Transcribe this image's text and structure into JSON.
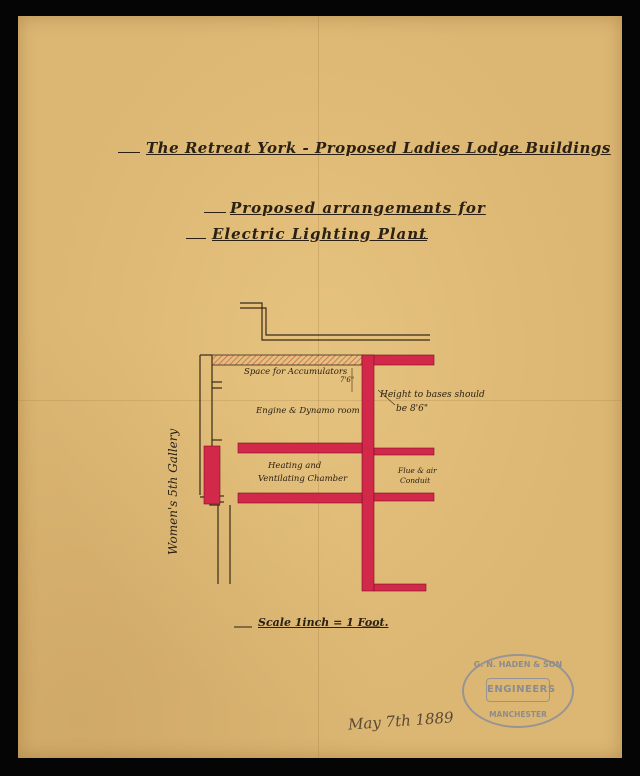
{
  "document": {
    "title": "The Retreat York - Proposed Ladies Lodge Buildings",
    "subtitle_line1": "Proposed arrangements for",
    "subtitle_line2": "Electric Lighting Plant",
    "scale": "Scale 1inch = 1 Foot.",
    "date": "May 7th 1889"
  },
  "plan": {
    "labels": {
      "accumulators": "Space for Accumulators",
      "accumulators_dim": "7'6\"",
      "engine_room": "Engine & Dynamo room",
      "heating": "Heating and",
      "ventilating": "Ventilating Chamber",
      "height_note_1": "Height to bases should",
      "height_note_2": "be 8'6\"",
      "flue_1": "Flue & air",
      "flue_2": "Conduit",
      "gallery": "Women's 5th Gallery"
    },
    "colors": {
      "new_wall": "#d2284a",
      "existing_wall": "#3a2a18",
      "hatch": "#c85a5a"
    }
  },
  "stamp": {
    "top": "G. N. HADEN & SON",
    "center": "ENGINEERS",
    "bottom": "MANCHESTER"
  }
}
